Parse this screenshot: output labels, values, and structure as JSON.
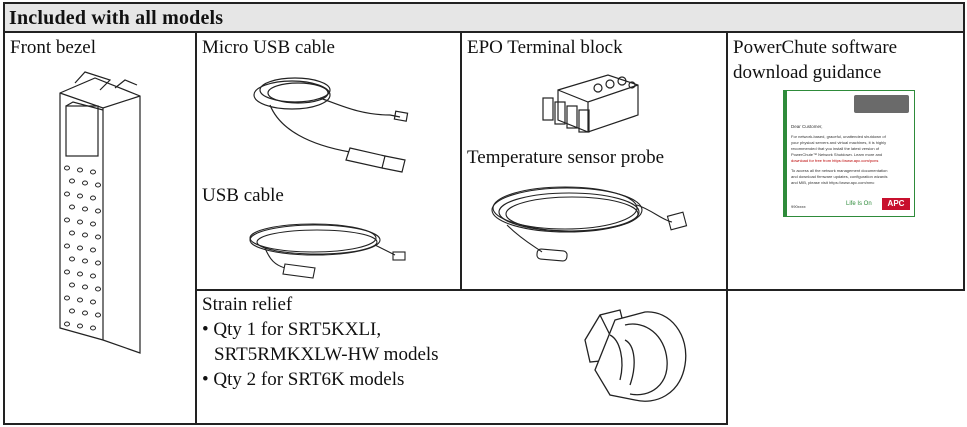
{
  "table": {
    "header": "Included with all models",
    "cells": {
      "front_bezel": "Front bezel",
      "micro_usb": "Micro USB cable",
      "usb_cable": "USB cable",
      "epo": "EPO Terminal block",
      "temp_probe": "Temperature sensor probe",
      "powerchute_line1": "PowerChute software",
      "powerchute_line2": "download guidance",
      "strain_relief": {
        "title": "Strain relief",
        "bullets": [
          "• Qty 1 for SRT5KXLI,",
          "SRT5RMKXLW-HW models",
          "• Qty 2 for SRT6K models"
        ]
      }
    },
    "doc_preview": {
      "greeting": "Dear Customer,",
      "body": [
        "For network-based, graceful, unattended shutdown of",
        "your physical servers and virtual machines, it is highly",
        "recommended that you install the latest version of",
        "PowerChute™ Network Shutdown. Learn more and",
        "download for free from https://www.apc.com/pcns",
        "To access all the network management documentation",
        "and download firmware updates, configuration wizards",
        "and MIB, please visit https://www.apc.com/nmc"
      ],
      "code": "990xxxx",
      "tagline": "Life Is On",
      "logo": "APC"
    }
  }
}
